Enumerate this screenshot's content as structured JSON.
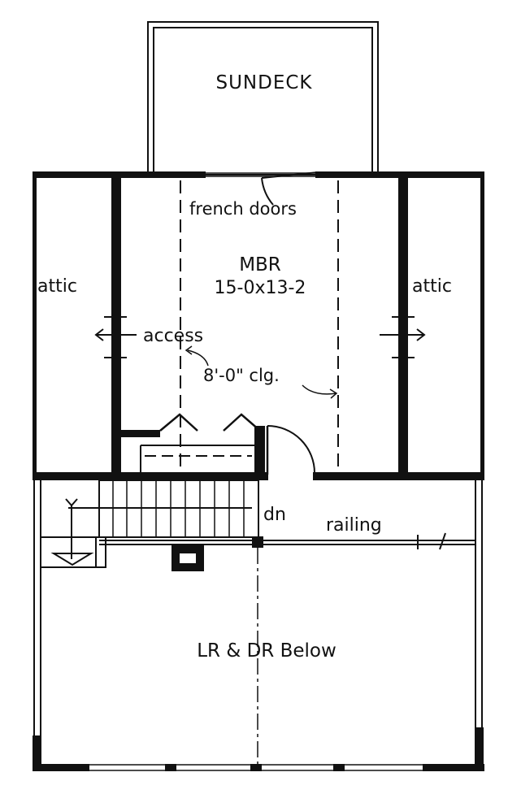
{
  "labels": {
    "sundeck": "SUNDECK",
    "french_doors": "french doors",
    "room_name": "MBR",
    "room_size": "15-0x13-2",
    "attic_left": "attic",
    "attic_right": "attic",
    "access": "access",
    "ceiling": "8'-0\" clg.",
    "stairs_down": "dn",
    "railing": "railing",
    "below": "LR & DR Below"
  },
  "colors": {
    "ink": "#111111",
    "paper": "#ffffff"
  }
}
